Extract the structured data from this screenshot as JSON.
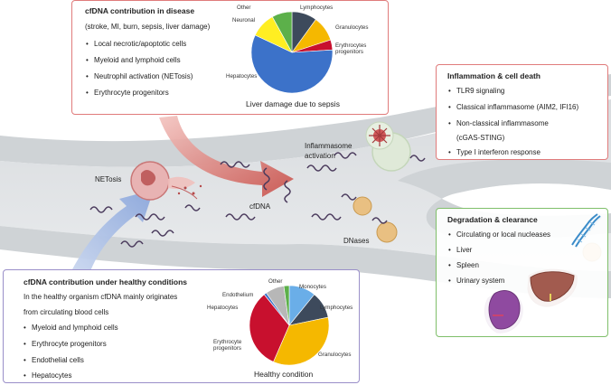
{
  "colors": {
    "disease_border": "#e07b7b",
    "inflammation_border": "#e07b7b",
    "degradation_border": "#7fbf6a",
    "healthy_border": "#9a8fc9"
  },
  "disease": {
    "title": "cfDNA contribution in disease",
    "subtitle": "(stroke, MI, burn, sepsis, liver damage)",
    "items": [
      "Local necrotic/apoptotic cells",
      "Myeloid and lymphoid cells",
      "Neutrophil activation (NETosis)",
      "Erythrocyte progenitors"
    ],
    "caption": "Liver damage due to sepsis"
  },
  "inflammation": {
    "title": "Inflammation & cell death",
    "items": [
      "TLR9 signaling",
      "Classical inflammasome (AIM2, IFI16)",
      "Non-classical inflammasome",
      "(cGAS-STING)",
      "Type I interferon response"
    ]
  },
  "degradation": {
    "title": "Degradation & clearance",
    "items": [
      "Circulating or local nucleases",
      "Liver",
      "Spleen",
      "Urinary system"
    ]
  },
  "healthy": {
    "title": "cfDNA contribution under healthy conditions",
    "intro_line1": "In the healthy organism cfDNA mainly originates",
    "intro_line2": "from circulating blood cells",
    "items": [
      "Myeloid and lymphoid cells",
      "Erythrocyte progenitors",
      "Endothelial cells",
      "Hepatocytes"
    ],
    "caption": "Healthy condition"
  },
  "scene_labels": {
    "netosis": "NETosis",
    "cfdna": "cfDNA",
    "inflammasome_line1": "Inflammasome",
    "inflammasome_line2": "activation",
    "dnases": "DNases"
  },
  "chart_data": [
    {
      "type": "pie",
      "title": "Liver damage due to sepsis",
      "categories": [
        "Lymphocytes",
        "Granulocytes",
        "Erythrocytes progenitors",
        "Hepatocytes",
        "Neuronal",
        "Other"
      ],
      "values": [
        10,
        10,
        4,
        58,
        10,
        8
      ],
      "colors": [
        "#3d4a5c",
        "#f5b800",
        "#c8102e",
        "#3c72c9",
        "#ffee22",
        "#5cb04a"
      ]
    },
    {
      "type": "pie",
      "title": "Healthy condition",
      "categories": [
        "Monocytes",
        "Lymphocytes",
        "Granulocytes",
        "Erythrocyte progenitors",
        "Hepatocytes",
        "Endothelium",
        "Other"
      ],
      "values": [
        10,
        10,
        32,
        30,
        1,
        7,
        2
      ],
      "colors": [
        "#6aaee8",
        "#3d4a5c",
        "#f5b800",
        "#c8102e",
        "#3c72c9",
        "#b7b7b7",
        "#5cb04a"
      ]
    }
  ]
}
